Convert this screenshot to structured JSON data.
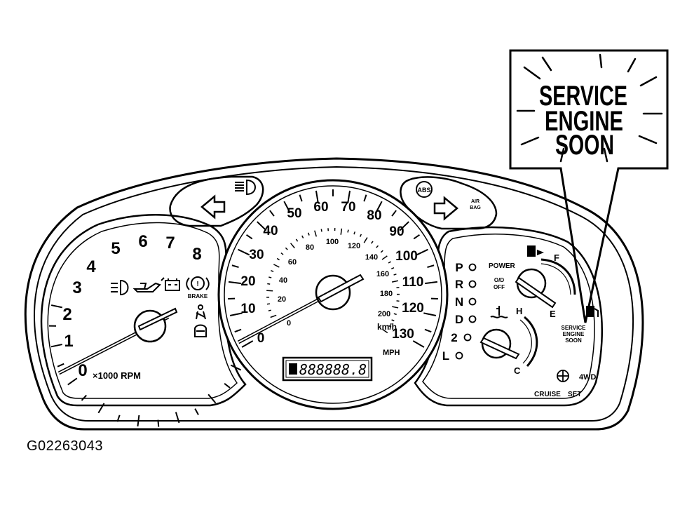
{
  "figure_id": "G02263043",
  "callout": {
    "line1": "SERVICE",
    "line2": "ENGINE",
    "line3": "SOON"
  },
  "tachometer": {
    "ticks": [
      "0",
      "1",
      "2",
      "3",
      "4",
      "5",
      "6",
      "7",
      "8"
    ],
    "unit": "×1000 RPM",
    "brake_label": "BRAKE"
  },
  "speedometer": {
    "mph_ticks": [
      "0",
      "10",
      "20",
      "30",
      "40",
      "50",
      "60",
      "70",
      "80",
      "90",
      "100",
      "110",
      "120",
      "130"
    ],
    "kmh_ticks": [
      "0",
      "20",
      "40",
      "60",
      "80",
      "100",
      "120",
      "140",
      "160",
      "180",
      "200"
    ],
    "kmh_unit": "km/h",
    "mph_unit": "MPH",
    "odometer": "888888.8"
  },
  "indicators": {
    "abs": "ABS",
    "airbag_line1": "AIR",
    "airbag_line2": "BAG"
  },
  "transmission": {
    "gears": [
      "P",
      "R",
      "N",
      "D",
      "2",
      "L"
    ],
    "power": "POWER",
    "od_line1": "O/D",
    "od_line2": "OFF"
  },
  "fuel": {
    "full": "F",
    "empty": "E"
  },
  "temperature": {
    "hot": "H",
    "cold": "C"
  },
  "warning_label": {
    "line1": "SERVICE",
    "line2": "ENGINE",
    "line3": "SOON"
  },
  "four_wd": "4WD",
  "cruise": "CRUISE",
  "set": "SET"
}
